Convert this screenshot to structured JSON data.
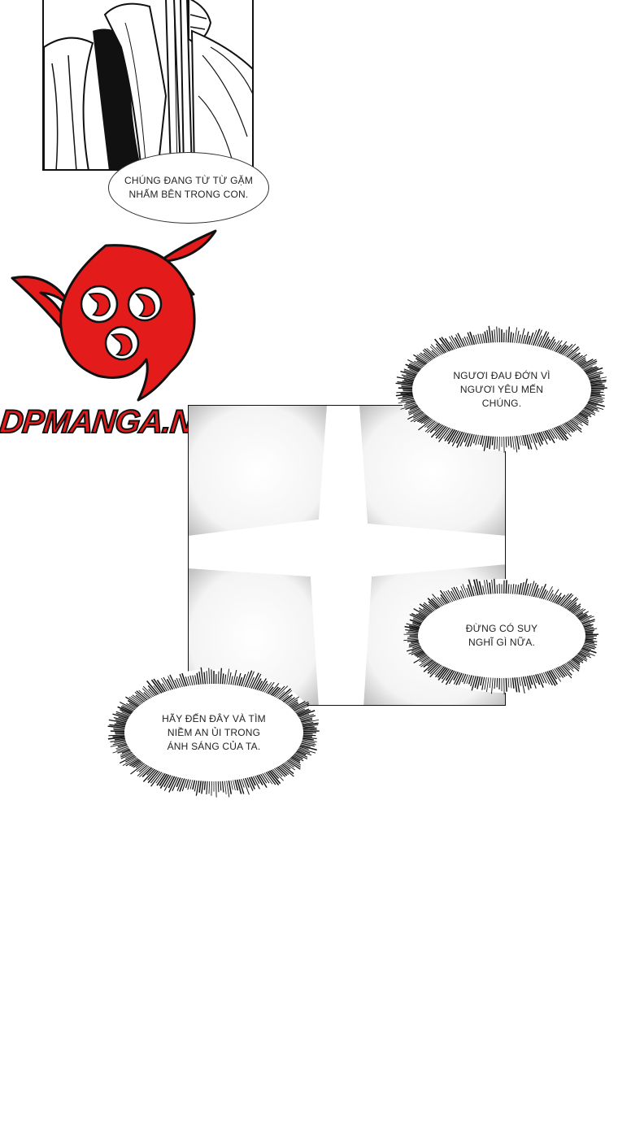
{
  "logo": {
    "text": "DPMANGA.NET",
    "colors": {
      "primary": "#e31b1b",
      "outline": "#111111"
    }
  },
  "bubbles": [
    {
      "id": "b1",
      "style": "plain",
      "text": "CHÚNG ĐANG TỪ TỪ GẶM\nNHẤM BÊN TRONG CON."
    },
    {
      "id": "b2",
      "style": "burst",
      "text": "NGƯƠI ĐAU ĐỚN VÌ\nNGƯƠI YÊU MẾN\nCHÚNG."
    },
    {
      "id": "b3",
      "style": "burst",
      "text": "ĐỪNG CÓ SUY\nNGHĨ GÌ NỮA."
    },
    {
      "id": "b4",
      "style": "burst",
      "text": "HÃY ĐẾN ĐÂY VÀ TÌM\nNIỀM AN ỦI TRONG\nÁNH SÁNG CỦA TA."
    }
  ]
}
